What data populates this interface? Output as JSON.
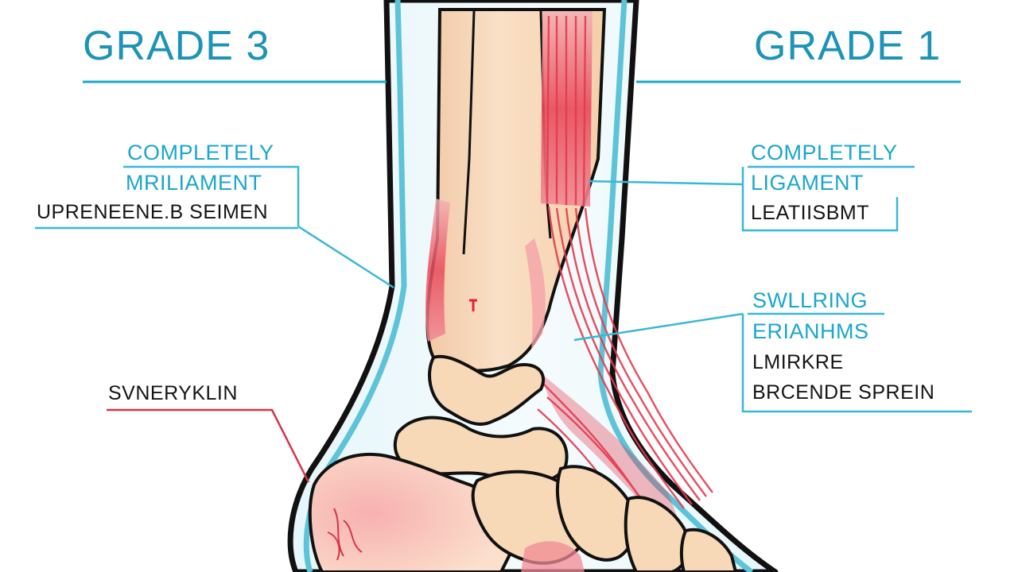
{
  "left_panel": {
    "grade_title": "GRADE 3",
    "label_lines": [
      "COMPLETELY",
      "MRILIAMENT",
      "UPRENEENE.B SEIMEN"
    ],
    "pointer_label": "SVNERYKLIN"
  },
  "right_panel": {
    "grade_title": "GRADE 1",
    "label_lines": [
      "COMPLETELY",
      "LIGAMENT",
      "LEATIISBMT"
    ],
    "second_label_lines": [
      "SWLLRING",
      "ERIANHMS",
      "LMIRKRE",
      "BRCENDE SPREIN"
    ]
  },
  "colors": {
    "title": "#1d93b8",
    "label_cyan": "#1aa7c9",
    "label_dark": "#141414",
    "leader_cyan": "#37b8d6",
    "leader_red": "#d8334a",
    "skin_outline": "#5cc3d8",
    "bone": "#f7d9b8",
    "ligament": "#e53a4e",
    "inflammation": "#f4a3a8"
  }
}
